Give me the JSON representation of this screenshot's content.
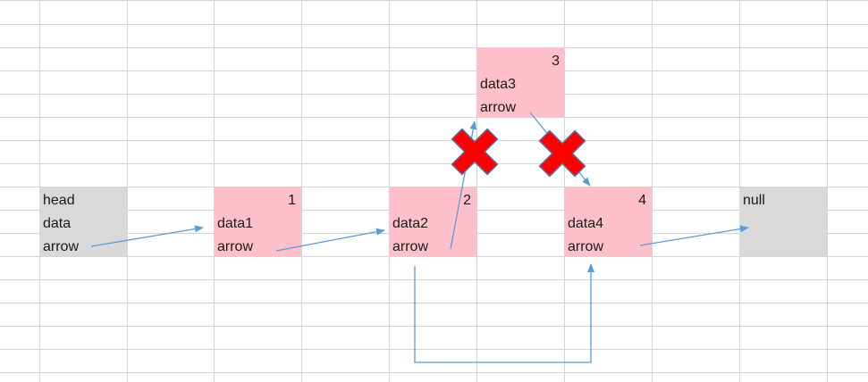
{
  "colors": {
    "grid_line": "#d4d4d4",
    "null_node_fill": "#d9d9d9",
    "data_node_fill": "#ffc0cb",
    "arrow": "#5b9bd5",
    "cross_fill": "#ff0000",
    "cross_outline": "#5a6e9a"
  },
  "nodes": {
    "head": {
      "line1": "head",
      "line2": "data",
      "line3": "arrow"
    },
    "node1": {
      "index": "1",
      "data": "data1",
      "arrow": "arrow"
    },
    "node2": {
      "index": "2",
      "data": "data2",
      "arrow": "arrow"
    },
    "node3": {
      "index": "3",
      "data": "data3",
      "arrow": "arrow"
    },
    "node4": {
      "index": "4",
      "data": "data4",
      "arrow": "arrow"
    },
    "null": {
      "label": "null"
    }
  },
  "icons": [
    "cross-mark-icon",
    "arrow-icon"
  ]
}
